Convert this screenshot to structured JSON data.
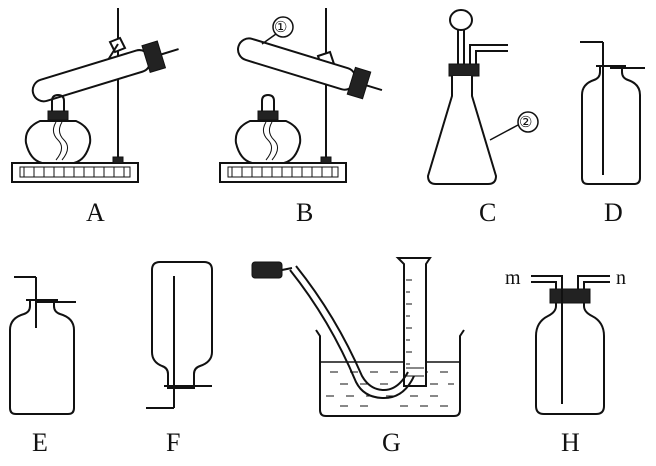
{
  "apparatus": [
    {
      "id": "A",
      "label": "A"
    },
    {
      "id": "B",
      "label": "B"
    },
    {
      "id": "C",
      "label": "C"
    },
    {
      "id": "D",
      "label": "D"
    },
    {
      "id": "E",
      "label": "E"
    },
    {
      "id": "F",
      "label": "F"
    },
    {
      "id": "G",
      "label": "G"
    },
    {
      "id": "H",
      "label": "H"
    }
  ],
  "markers": {
    "one": "①",
    "two": "②",
    "m": "m",
    "n": "n"
  }
}
